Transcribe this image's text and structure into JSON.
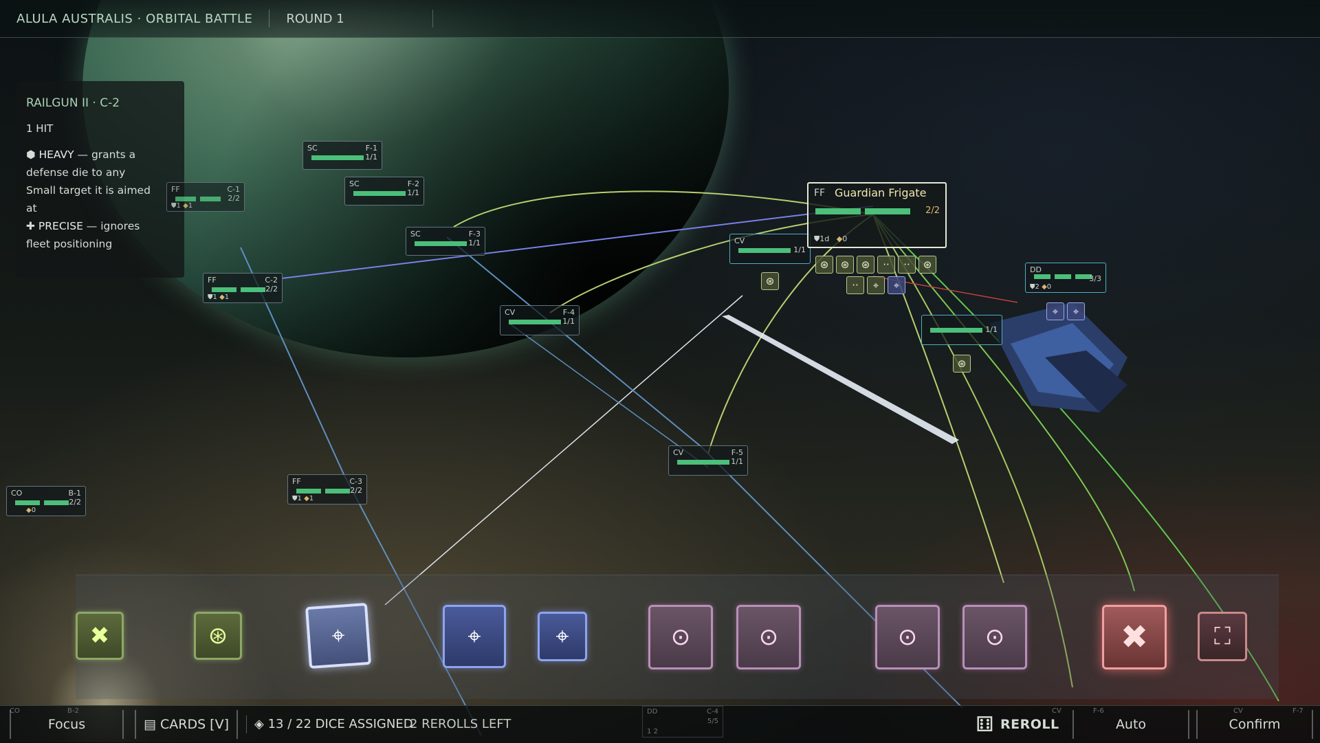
{
  "header": {
    "title": "ALULA AUSTRALIS · ORBITAL BATTLE",
    "round": "ROUND 1"
  },
  "tooltip": {
    "title": "RAILGUN II · C-2",
    "hits": "1 HIT",
    "heavy_keyword": "HEAVY",
    "heavy_text_1": " — grants a",
    "heavy_text_2": "defense die to any",
    "heavy_text_3": "Small target it is aimed",
    "heavy_text_4": "at",
    "precise_keyword": "PRECISE",
    "precise_text_1": " — ignores",
    "precise_text_2": "fleet positioning"
  },
  "ships": {
    "c1": {
      "cls": "FF",
      "id": "C-1",
      "hp": "2/2",
      "def": "1",
      "evade": "1"
    },
    "c2": {
      "cls": "FF",
      "id": "C-2",
      "hp": "2/2",
      "def": "1",
      "evade": "1"
    },
    "c3": {
      "cls": "FF",
      "id": "C-3",
      "hp": "2/2",
      "def": "1",
      "evade": "1"
    },
    "b1": {
      "cls": "CO",
      "id": "B-1",
      "hp": "2/2",
      "evade": "0"
    },
    "f1": {
      "cls": "SC",
      "id": "F-1",
      "hp": "1/1"
    },
    "f2": {
      "cls": "SC",
      "id": "F-2",
      "hp": "1/1"
    },
    "f3": {
      "cls": "SC",
      "id": "F-3",
      "hp": "1/1"
    },
    "f4": {
      "cls": "CV",
      "id": "F-4",
      "hp": "1/1"
    },
    "f5": {
      "cls": "CV",
      "id": "F-5",
      "hp": "1/1"
    },
    "cv_near": {
      "cls": "CV",
      "hp": "1/1"
    },
    "dd_right": {
      "cls": "DD",
      "hp": "3/3",
      "def": "2",
      "evade": "0"
    },
    "unk_right": {
      "hp": "1/1"
    },
    "guardian": {
      "cls": "FF",
      "name": "Guardian Frigate",
      "hp": "2/2",
      "def": "1d",
      "evade": "0"
    },
    "c4_ghost": {
      "cls": "DD",
      "id": "C-4",
      "hp": "5/5",
      "def": "1",
      "evade": "2"
    }
  },
  "bottom": {
    "focus": "Focus",
    "cards": "CARDS [V]",
    "dice_assigned": "13 / 22 DICE ASSIGNED",
    "rerolls": "2 REROLLS LEFT",
    "reroll": "REROLL",
    "auto": "Auto",
    "confirm": "Confirm",
    "ghost_b2": "B-2",
    "ghost_co": "CO",
    "ghost_cv1": "CV",
    "ghost_f6": "F-6",
    "ghost_cv2": "CV",
    "ghost_f7": "F-7"
  },
  "icons": {
    "shield": "shield-icon",
    "evade": "diamond-icon",
    "hit": "crosshair-icon",
    "miss": "cross-icon",
    "focus": "focus-icon",
    "dice": "dice-icon"
  },
  "colors": {
    "accent_green": "#4cbf7a",
    "die_green": "#8ea866",
    "die_blue": "#8ea4ee",
    "die_pink": "#b890b8",
    "die_red": "#f0a0a0",
    "target_white": "#e6ead8",
    "target_teal": "#4fb0c4"
  }
}
